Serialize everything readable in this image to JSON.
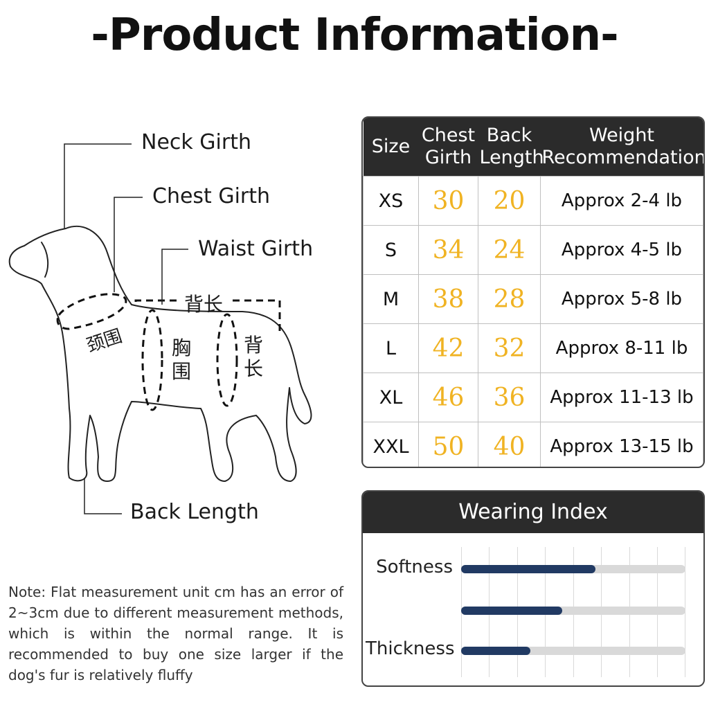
{
  "title": "-Product Information-",
  "diagram": {
    "neck_girth": "Neck Girth",
    "chest_girth": "Chest Girth",
    "waist_girth": "Waist Girth",
    "back_length": "Back Length",
    "cn_back_length_top": "背长",
    "cn_neck": "颈围",
    "cn_chest": "胸围",
    "cn_back_length_side": "背长"
  },
  "note": "Note: Flat measurement unit cm has an error of 2~3cm due to different measurement methods, which is within the normal range. It is recommended to buy one size larger if the dog's fur is relatively fluffy",
  "size_table": {
    "headers": [
      "Size",
      "Chest Girth",
      "Back Length",
      "Weight Recommendation"
    ],
    "rows": [
      {
        "size": "XS",
        "chest": "30",
        "back": "20",
        "weight": "Approx 2-4 lb"
      },
      {
        "size": "S",
        "chest": "34",
        "back": "24",
        "weight": "Approx 4-5 lb"
      },
      {
        "size": "M",
        "chest": "38",
        "back": "28",
        "weight": "Approx 5-8 lb"
      },
      {
        "size": "L",
        "chest": "42",
        "back": "32",
        "weight": "Approx 8-11 lb"
      },
      {
        "size": "XL",
        "chest": "46",
        "back": "36",
        "weight": "Approx 11-13 lb"
      },
      {
        "size": "XXL",
        "chest": "50",
        "back": "40",
        "weight": "Approx 13-15 lb"
      }
    ]
  },
  "wearing_index": {
    "title": "Wearing Index",
    "bars": [
      {
        "label": "Softness",
        "level": 0.6
      },
      {
        "label": "",
        "level": 0.45
      },
      {
        "label": "Thickness",
        "level": 0.31
      }
    ]
  },
  "colors": {
    "header_bg": "#2b2b2b",
    "number": "#f0b323",
    "bar_fill": "#213a63",
    "bar_track": "#d9d9d9"
  }
}
